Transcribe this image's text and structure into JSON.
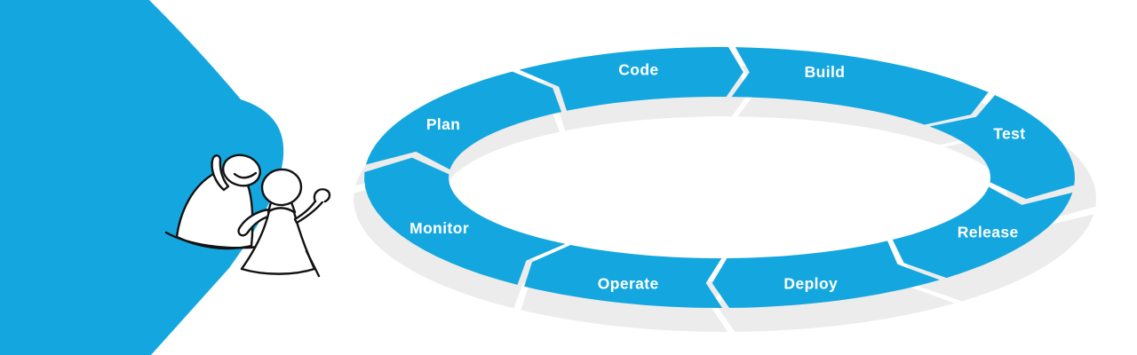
{
  "diagram": {
    "type": "cycle",
    "stages": [
      {
        "label": "Plan"
      },
      {
        "label": "Code"
      },
      {
        "label": "Build"
      },
      {
        "label": "Test"
      },
      {
        "label": "Release"
      },
      {
        "label": "Deploy"
      },
      {
        "label": "Operate"
      },
      {
        "label": "Monitor"
      }
    ],
    "colors": {
      "segment": "#14a7df",
      "shadow": "#ececec",
      "label": "#ffffff"
    }
  },
  "banner": {
    "color": "#14a7df"
  },
  "illustration": {
    "icon": "two-people-whispering-doodle",
    "stroke": "#121212",
    "fill": "#ffffff"
  }
}
